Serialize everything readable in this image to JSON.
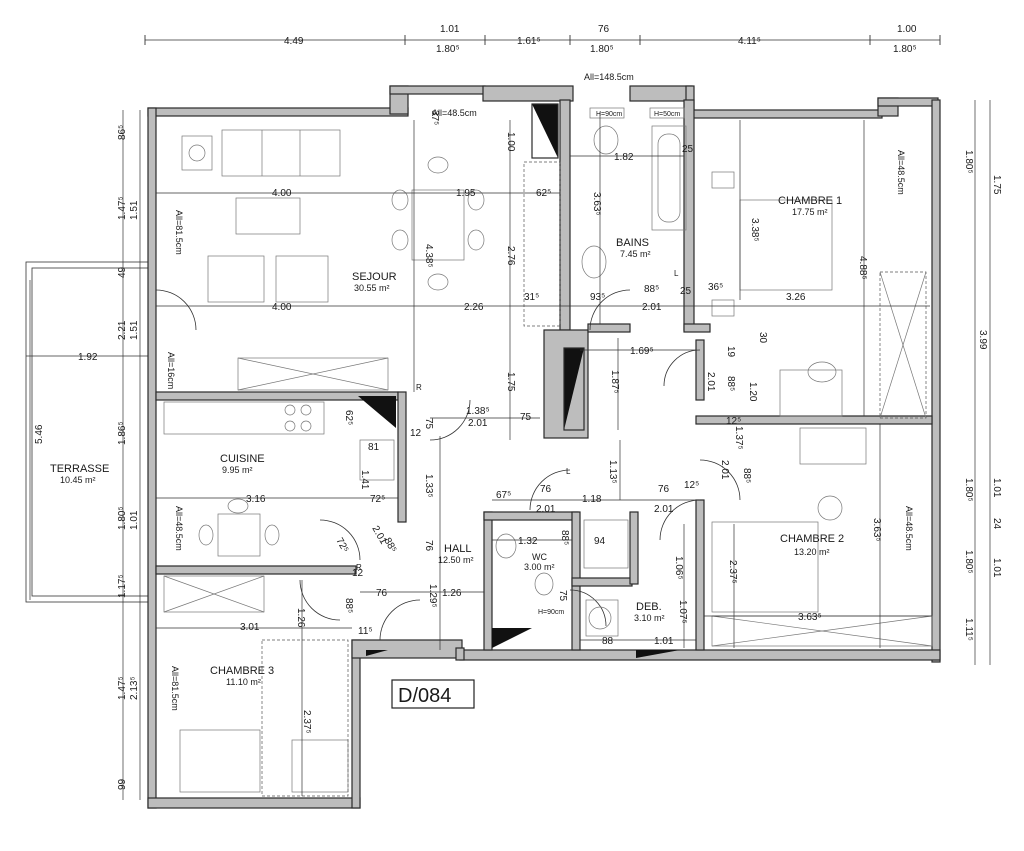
{
  "plan": {
    "code": "D/084",
    "rooms": [
      {
        "id": "sejour",
        "name": "SEJOUR",
        "area": "30.55 m²"
      },
      {
        "id": "cuisine",
        "name": "CUISINE",
        "area": "9.95 m²"
      },
      {
        "id": "terrasse",
        "name": "TERRASSE",
        "area": "10.45 m²"
      },
      {
        "id": "chambre3",
        "name": "CHAMBRE 3",
        "area": "11.10 m²"
      },
      {
        "id": "hall",
        "name": "HALL",
        "area": "12.50 m²"
      },
      {
        "id": "wc",
        "name": "WC",
        "area": "3.00 m²"
      },
      {
        "id": "deb",
        "name": "DEB.",
        "area": "3.10 m²"
      },
      {
        "id": "bains",
        "name": "BAINS",
        "area": "7.45 m²"
      },
      {
        "id": "chambre1",
        "name": "CHAMBRE 1",
        "area": "17.75 m²"
      },
      {
        "id": "chambre2",
        "name": "CHAMBRE 2",
        "area": "13.20 m²"
      }
    ],
    "allege_labels": {
      "top": "All=148.5cm",
      "sejour_window": "All=48.5cm",
      "sejour_left": "All=81.5cm",
      "cuisine": "All=16cm",
      "cuisine_lower": "All=48.5cm",
      "chambre3": "All=81.5cm",
      "chambre1": "All=48.5cm",
      "chambre2": "All=48.5cm",
      "bains_h1": "H=90cm",
      "bains_h2": "H=50cm",
      "wc_h": "H=90cm"
    },
    "top_dims": {
      "upper": [
        "4.49",
        "1.01",
        "76",
        "4.11⁵",
        "1.00"
      ],
      "lower": [
        "1.80⁵",
        "1.61⁵",
        "1.80⁵",
        "1.80⁵"
      ]
    },
    "left_dims": [
      "86⁵",
      "1.47⁵",
      "1.51",
      "49",
      "2.21",
      "1.51",
      "5.46",
      "1.86⁵",
      "1.80⁵",
      "1.01",
      "1.17⁵",
      "2.13⁵",
      "1.47⁵",
      "99"
    ],
    "right_dims": [
      "1.75",
      "1.80⁵",
      "3.99",
      "1.01",
      "1.80⁵",
      "24",
      "1.01",
      "1.80⁵",
      "1.11⁵"
    ],
    "interior_dims": {
      "sejour_w1": "4.00",
      "sejour_w2": "4.00",
      "sejour_c1": "1.95",
      "sejour_c2": "2.26",
      "sejour_h": "4.38⁵",
      "v_100": "1.00",
      "v_276": "2.76",
      "v_175": "1.75",
      "d_62": "62⁵",
      "d_31": "31⁵",
      "d_93": "93⁵",
      "d_37": "37⁵",
      "bains_w": "1.82",
      "bains_h": "3.63⁵",
      "bains_25a": "25",
      "bains_25b": "25",
      "bains_885": "88⁵",
      "bains_201": "2.01",
      "ch1_338": "3.38⁵",
      "ch1_488": "4.88⁵",
      "ch1_36": "36⁵",
      "ch1_326": "3.26",
      "ch1_30": "30",
      "ch1_19": "19",
      "ch1_120": "1.20",
      "ch1_88": "88⁵",
      "ch1_201": "2.01",
      "c_1695": "1.69⁵",
      "c_187": "1.87⁵",
      "c_1385": "1.38⁵",
      "c_201": "2.01",
      "c_75": "75",
      "cuis_62": "62⁵",
      "cuis_81": "81",
      "cuis_75": "75",
      "cuis_12": "12",
      "cuis_141": "1.41",
      "cuis_133": "1.33⁵",
      "cuis_316": "3.16",
      "cuis_72": "72⁵",
      "cuis_201": "2.01",
      "cuis_88": "88⁵",
      "cuis_72b": "72⁵",
      "hall_76": "76",
      "hall_113": "1.13⁵",
      "hall_675": "67⁵",
      "hall_76a": "76",
      "hall_118": "1.18",
      "hall_76b": "76",
      "hall_125": "12⁵",
      "hall_201a": "2.01",
      "hall_201b": "2.01",
      "hall_129": "1.29⁵",
      "hall_126": "1.26",
      "hall_76c": "76",
      "wc_132": "1.32",
      "wc_88": "88⁵",
      "wc_94": "94",
      "wc_75": "75",
      "deb_106": "1.06⁵",
      "deb_107": "1.07⁵",
      "deb_88": "88",
      "deb_101": "1.01",
      "ch2_137": "1.37⁵",
      "ch2_12": "12⁵",
      "ch2_201": "2.01",
      "ch2_88": "88⁵",
      "ch2_237": "2.37⁵",
      "ch2_363a": "3.63⁵",
      "ch2_363b": "3.63⁵",
      "ch3_301": "3.01",
      "ch3_126": "1.26",
      "ch3_88": "88⁵",
      "ch3_11": "11⁵",
      "ch3_12": "12",
      "ch3_237": "2.37⁵",
      "terr_192": "1.92"
    },
    "door_marks": {
      "r1": "R",
      "r2": "R",
      "l1": "L",
      "l2": "L"
    }
  }
}
